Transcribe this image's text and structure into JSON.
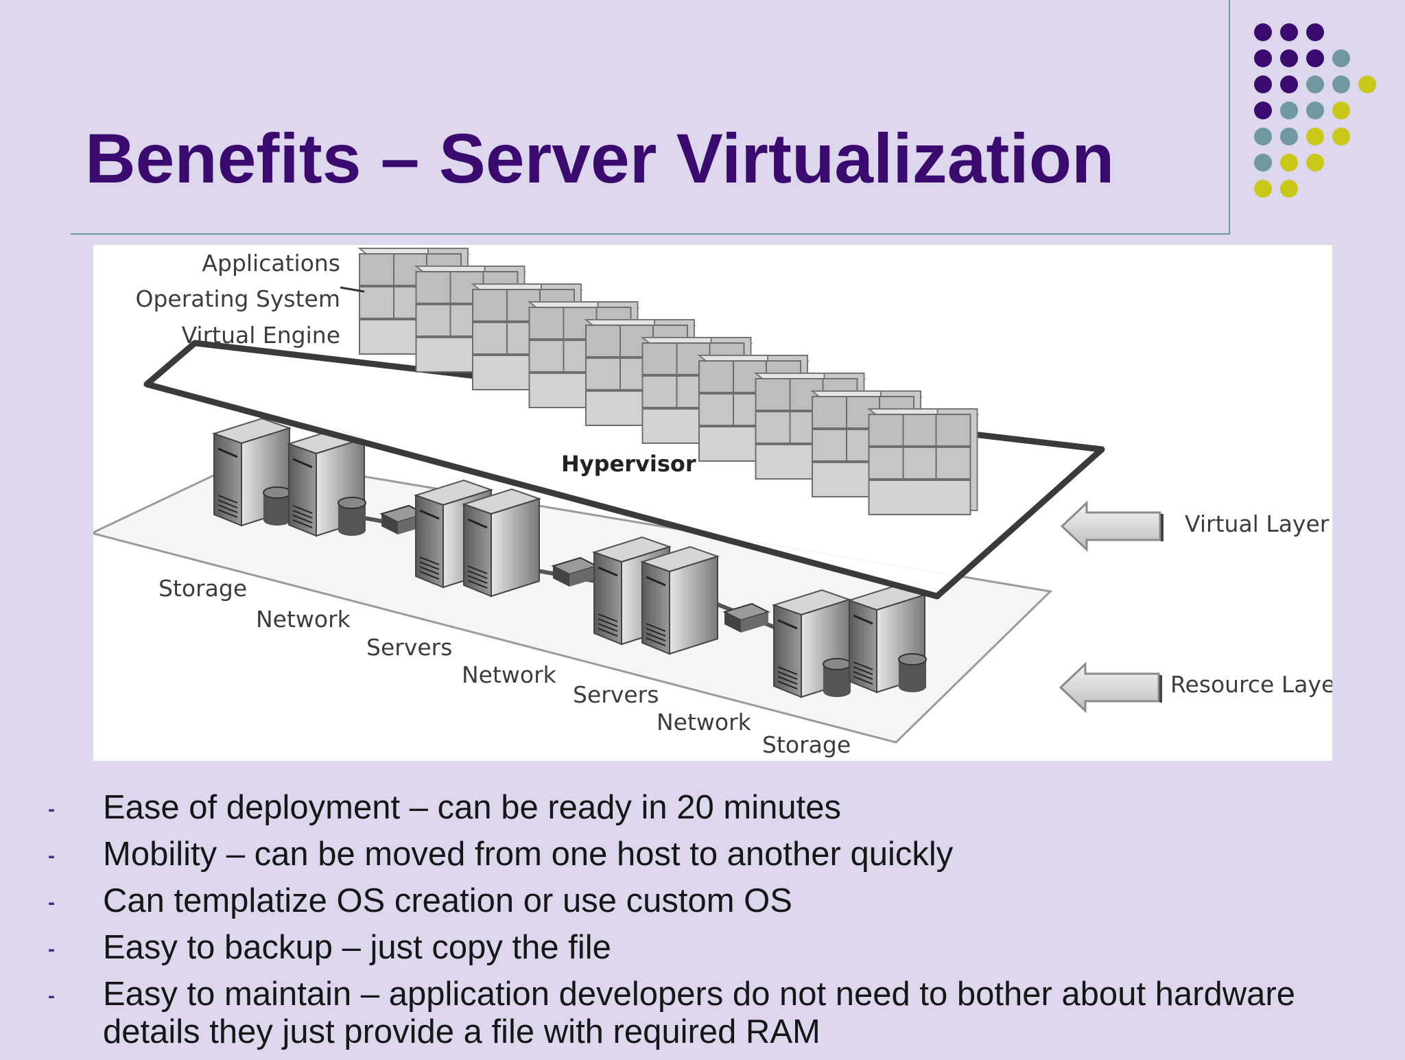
{
  "slide": {
    "title": "Benefits – Server Virtualization",
    "accent_colors": {
      "title": "#3a0a6e",
      "dot_purple": "#3a0a6e",
      "dot_teal": "#6f98a2",
      "dot_yellow": "#c9c718"
    }
  },
  "diagram": {
    "vm_labels": [
      "Applications",
      "Operating System",
      "Virtual Engine"
    ],
    "hypervisor_label": "Hypervisor",
    "virtual_layer_label": "Virtual Layer",
    "resource_layer_label": "Resource Layer",
    "resource_labels": [
      "Storage",
      "Network",
      "Servers",
      "Network",
      "Servers",
      "Network",
      "Storage"
    ]
  },
  "bullets": {
    "marker": "-",
    "items": [
      "Ease of deployment – can be ready in 20 minutes",
      "Mobility – can be moved from one host to another quickly",
      "Can templatize OS creation or use custom OS",
      "Easy to backup – just copy the file",
      "Easy to maintain – application developers do not need to bother about hardware details they just provide a file with required RAM"
    ]
  }
}
